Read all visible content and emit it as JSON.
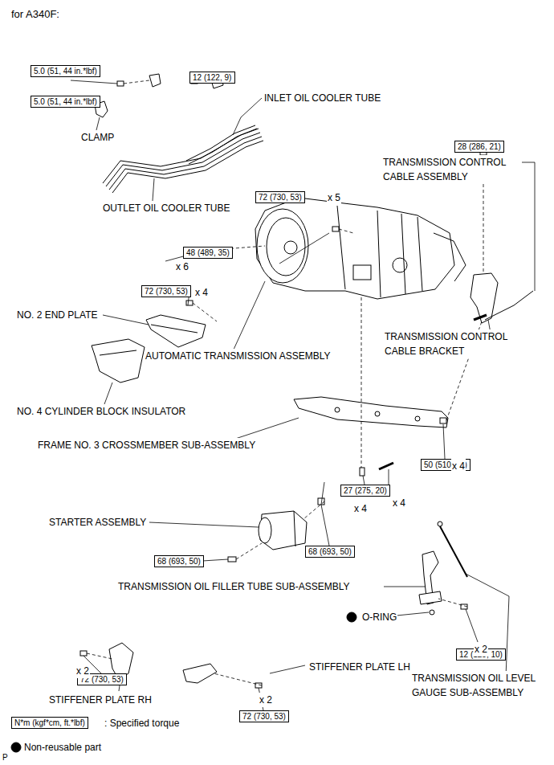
{
  "diagram": {
    "title": "for A340F:",
    "nodes": [
      {
        "text": [
          "5.0 (51, 44 in.*lbf)"
        ]
      },
      {
        "text": [
          "12 (122, 9)"
        ]
      },
      {
        "text": [
          "5.0 (51, 44 in.*lbf)"
        ]
      },
      {
        "text": [
          "72 (730, 53)"
        ]
      },
      {
        "text": [
          "28 (286, 21)"
        ]
      },
      {
        "text": [
          "48 (489, 35)"
        ]
      },
      {
        "text": [
          "72 (730, 53)"
        ]
      },
      {
        "text": [
          "50 (510, 37)"
        ]
      },
      {
        "text": [
          "27 (275, 20)"
        ]
      },
      {
        "text": [
          "68 (693, 50)"
        ]
      },
      {
        "text": [
          "68 (693, 50)"
        ]
      },
      {
        "text": [
          "12 (125, 10)"
        ]
      },
      {
        "text": [
          "72 (730, 53)"
        ]
      },
      {
        "text": [
          "72 (730, 53)"
        ]
      },
      {
        "text": [
          "N*m (kgf*cm, ft.*lbf)"
        ]
      }
    ],
    "labels": [
      "CLAMP",
      "INLET OIL COOLER TUBE",
      "OUTLET OIL COOLER TUBE",
      "TRANSMISSION CONTROL CABLE ASSEMBLY",
      "x 5",
      "x 6",
      "x 4",
      "NO. 2 END PLATE",
      "AUTOMATIC TRANSMISSION ASSEMBLY",
      "TRANSMISSION CONTROL CABLE BRACKET",
      "NO. 4 CYLINDER BLOCK INSULATOR",
      "FRAME NO. 3 CROSSMEMBER SUB-ASSEMBLY",
      "x 4",
      "x 4",
      "x 4",
      "STARTER ASSEMBLY",
      "TRANSMISSION OIL FILLER TUBE SUB-ASSEMBLY",
      "O-RING",
      "x 2",
      "x 2",
      "STIFFENER PLATE LH",
      "TRANSMISSION OIL LEVEL GAUGE SUB-ASSEMBLY",
      "x 2",
      "STIFFENER PLATE RH",
      "P"
    ],
    "legend": [
      {
        "text": ": Specified torque"
      },
      {
        "text": "Non-reusable part"
      }
    ]
  }
}
